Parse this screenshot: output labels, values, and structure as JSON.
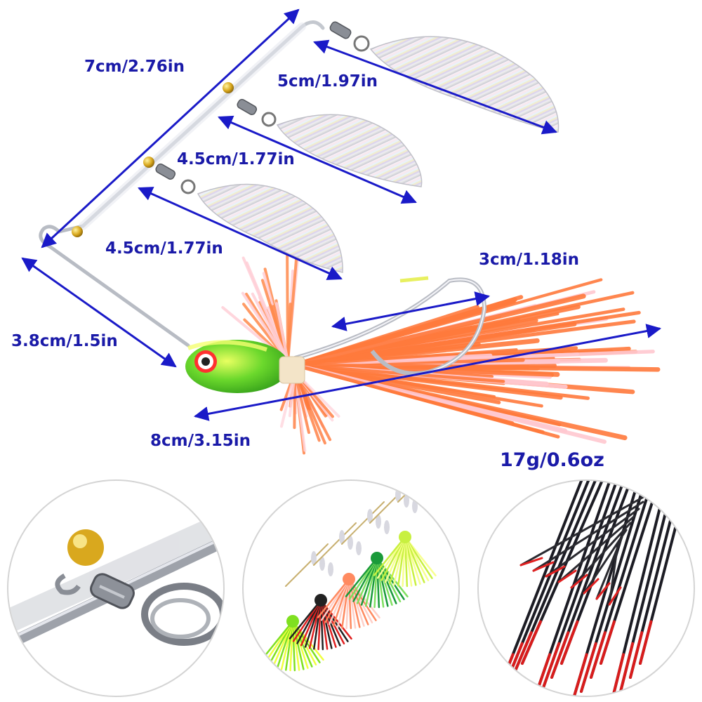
{
  "dimensions": {
    "wire_upper": "7cm/2.76in",
    "blade_large": "5cm/1.97in",
    "blade_middle": "4.5cm/1.77in",
    "blade_small": "4.5cm/1.77in",
    "hook_gap": "3cm/1.18in",
    "wire_lower": "3.8cm/1.5in",
    "lure_length": "8cm/3.15in"
  },
  "weight": "17g/0.6oz",
  "colors": {
    "label_text": "#1a1aa8",
    "arrow": "#1a1ac8",
    "skirt_orange": "#ff7a3c",
    "skirt_pink": "#ffc8d0",
    "head_green": "#5ad62a",
    "bead_gold": "#d9a81e"
  },
  "detail_views": [
    "swivel-and-bead-closeup",
    "color-variants",
    "skirt-closeup"
  ]
}
